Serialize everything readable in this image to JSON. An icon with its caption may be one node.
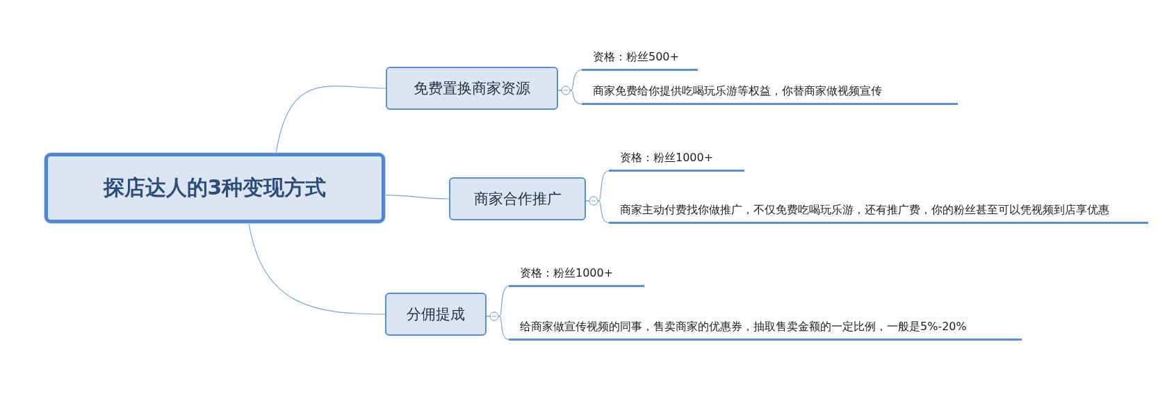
{
  "diagram": {
    "nodes": [
      {
        "text": [
          "探店达人的3种变现方式"
        ]
      },
      {
        "text": [
          "免费置换商家资源"
        ]
      },
      {
        "text": [
          "资格：粉丝500+"
        ]
      },
      {
        "text": [
          "商家免费给你提供吃喝玩乐游等权益，你替商家做视频宣传"
        ]
      },
      {
        "text": [
          "商家合作推广"
        ]
      },
      {
        "text": [
          "资格：粉丝1000+"
        ]
      },
      {
        "text": [
          "商家主动付费找你做推广，不仅免费吃喝玩乐游，还有推广费，你的粉丝甚至可以凭视频到店享优惠"
        ]
      },
      {
        "text": [
          "分佣提成"
        ]
      },
      {
        "text": [
          "资格：粉丝1000+"
        ]
      },
      {
        "text": [
          "给商家做宣传视频的同事，售卖商家的优惠券，抽取售卖金额的一定比例，一般是5%-20%"
        ]
      }
    ],
    "edges": [
      {
        "from": 0,
        "to": 1,
        "arrow": "none"
      },
      {
        "from": 0,
        "to": 4,
        "arrow": "none"
      },
      {
        "from": 0,
        "to": 7,
        "arrow": "none"
      },
      {
        "from": 1,
        "to": 2,
        "arrow": "other"
      },
      {
        "from": 1,
        "to": 3,
        "arrow": "other"
      },
      {
        "from": 4,
        "to": 5,
        "arrow": "other"
      },
      {
        "from": 4,
        "to": 6,
        "arrow": "other"
      },
      {
        "from": 7,
        "to": 8,
        "arrow": "other"
      },
      {
        "from": 7,
        "to": 9,
        "arrow": "other"
      }
    ]
  }
}
